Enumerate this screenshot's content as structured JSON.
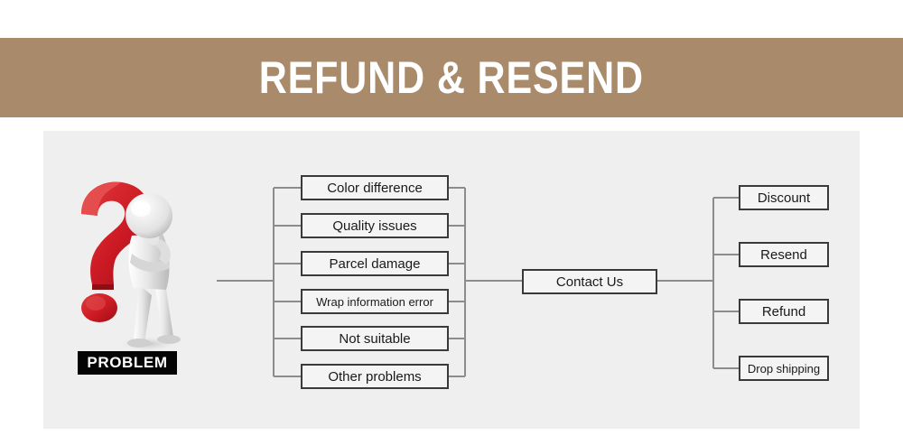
{
  "banner": {
    "title": "REFUND & RESEND",
    "background_color": "#a98b6c",
    "text_color": "#ffffff"
  },
  "panel": {
    "background_color": "#efefef"
  },
  "problem": {
    "label": "PROBLEM",
    "label_background": "#040404",
    "label_color": "#ffffff",
    "question_mark_color": "#cc1a24",
    "figure_color": "#d9d9d9",
    "icon": "thinking-person-question-mark"
  },
  "diagram": {
    "type": "flowchart",
    "problem_reasons": [
      {
        "label": "Color difference",
        "size": "normal"
      },
      {
        "label": "Quality issues",
        "size": "normal"
      },
      {
        "label": "Parcel damage",
        "size": "normal"
      },
      {
        "label": "Wrap information error",
        "size": "small"
      },
      {
        "label": "Not suitable",
        "size": "normal"
      },
      {
        "label": "Other problems",
        "size": "normal"
      }
    ],
    "hub": {
      "label": "Contact Us"
    },
    "resolutions": [
      {
        "label": "Discount",
        "size": "normal"
      },
      {
        "label": "Resend",
        "size": "normal"
      },
      {
        "label": "Refund",
        "size": "normal"
      },
      {
        "label": "Drop shipping",
        "size": "small"
      }
    ],
    "box_border_color": "#3a3a3a",
    "box_fill_color": "#f4f4f4",
    "connector_color": "#8c8c8c"
  }
}
